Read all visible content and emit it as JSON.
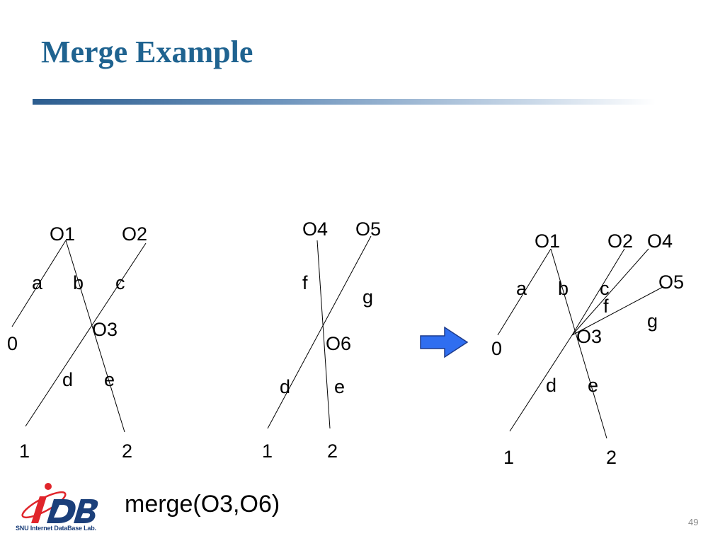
{
  "title": "Merge Example",
  "caption": "merge(O3,O6)",
  "page_number": "49",
  "logo": {
    "mark_text": "iDB",
    "tagline": "SNU Internet DataBase Lab."
  },
  "colors": {
    "title": "#1f6390",
    "arrow_fill": "#2f6ef0",
    "arrow_stroke": "#1d3a8a"
  },
  "diagram_left": {
    "labels": {
      "o1": "O1",
      "o2": "O2",
      "o3": "O3",
      "a": "a",
      "b": "b",
      "c": "c",
      "d": "d",
      "e": "e",
      "n0": "0",
      "n1": "1",
      "n2": "2"
    }
  },
  "diagram_middle": {
    "labels": {
      "o4": "O4",
      "o5": "O5",
      "o6": "O6",
      "f": "f",
      "g": "g",
      "d": "d",
      "e": "e",
      "n1": "1",
      "n2": "2"
    }
  },
  "diagram_right": {
    "labels": {
      "o1": "O1",
      "o2": "O2",
      "o4": "O4",
      "o5": "O5",
      "o3": "O3",
      "a": "a",
      "b": "b",
      "c": "c",
      "f": "f",
      "g": "g",
      "d": "d",
      "e": "e",
      "n0": "0",
      "n1": "1",
      "n2": "2"
    }
  }
}
